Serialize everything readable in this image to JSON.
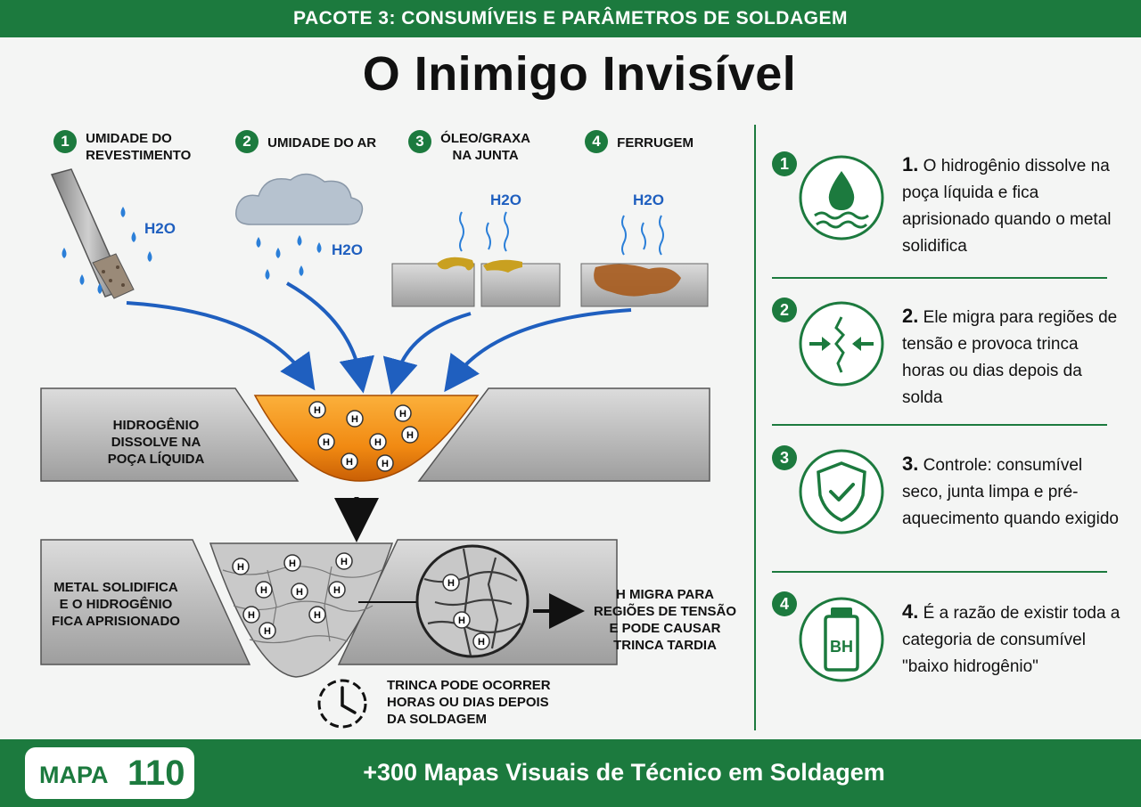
{
  "header": {
    "package": "PACOTE 3: CONSUMÍVEIS E PARÂMETROS DE SOLDAGEM",
    "title": "O Inimigo Invisível"
  },
  "sources": [
    {
      "num": "1",
      "label_line1": "UMIDADE DO",
      "label_line2": "REVESTIMENTO"
    },
    {
      "num": "2",
      "label_line1": "UMIDADE DO AR",
      "label_line2": ""
    },
    {
      "num": "3",
      "label_line1": "ÓLEO/GRAXA",
      "label_line2": "NA JUNTA"
    },
    {
      "num": "4",
      "label_line1": "FERRUGEM",
      "label_line2": ""
    }
  ],
  "water_label": "H2O",
  "h_symbol": "H",
  "diagram": {
    "stage1_line1": "HIDROGÊNIO",
    "stage1_line2": "DISSOLVE NA",
    "stage1_line3": "POÇA LÍQUIDA",
    "stage2_line1": "METAL SOLIDIFICA",
    "stage2_line2": "E O HIDROGÊNIO",
    "stage2_line3": "FICA APRISIONADO",
    "migrate_line1": "H MIGRA PARA",
    "migrate_line2": "REGIÕES DE TENSÃO",
    "migrate_line3": "E PODE CAUSAR",
    "migrate_line4": "TRINCA TARDIA",
    "time_line1": "TRINCA PODE OCORRER",
    "time_line2": "HORAS OU DIAS DEPOIS",
    "time_line3": "DA SOLDAGEM"
  },
  "cards": [
    {
      "num": "1",
      "head": "1.",
      "text": "O hidrogênio dissolve na poça líquida e fica aprisionado quando o metal solidifica",
      "icon": "water-drop-icon"
    },
    {
      "num": "2",
      "head": "2.",
      "text": "Ele migra para regiões de tensão e provoca trinca horas ou dias depois da solda",
      "icon": "crack-icon"
    },
    {
      "num": "3",
      "head": "3.",
      "text": "Controle: consumível seco, junta limpa e pré-aquecimento quando exigido",
      "icon": "shield-check-icon"
    },
    {
      "num": "4",
      "head": "4.",
      "text": "É a razão de existir toda a categoria de consumível \"baixo hidrogênio\"",
      "icon": "bh-container-icon"
    }
  ],
  "cards_bh_label": "BH",
  "footer": {
    "mapa_label": "MAPA",
    "mapa_number": "110",
    "text": "+300 Mapas Visuais de Técnico em Soldagem"
  },
  "colors": {
    "brand_green": "#1c7a3e",
    "arrow_blue": "#1f5fbf",
    "molten_orange": "#f18a12"
  }
}
